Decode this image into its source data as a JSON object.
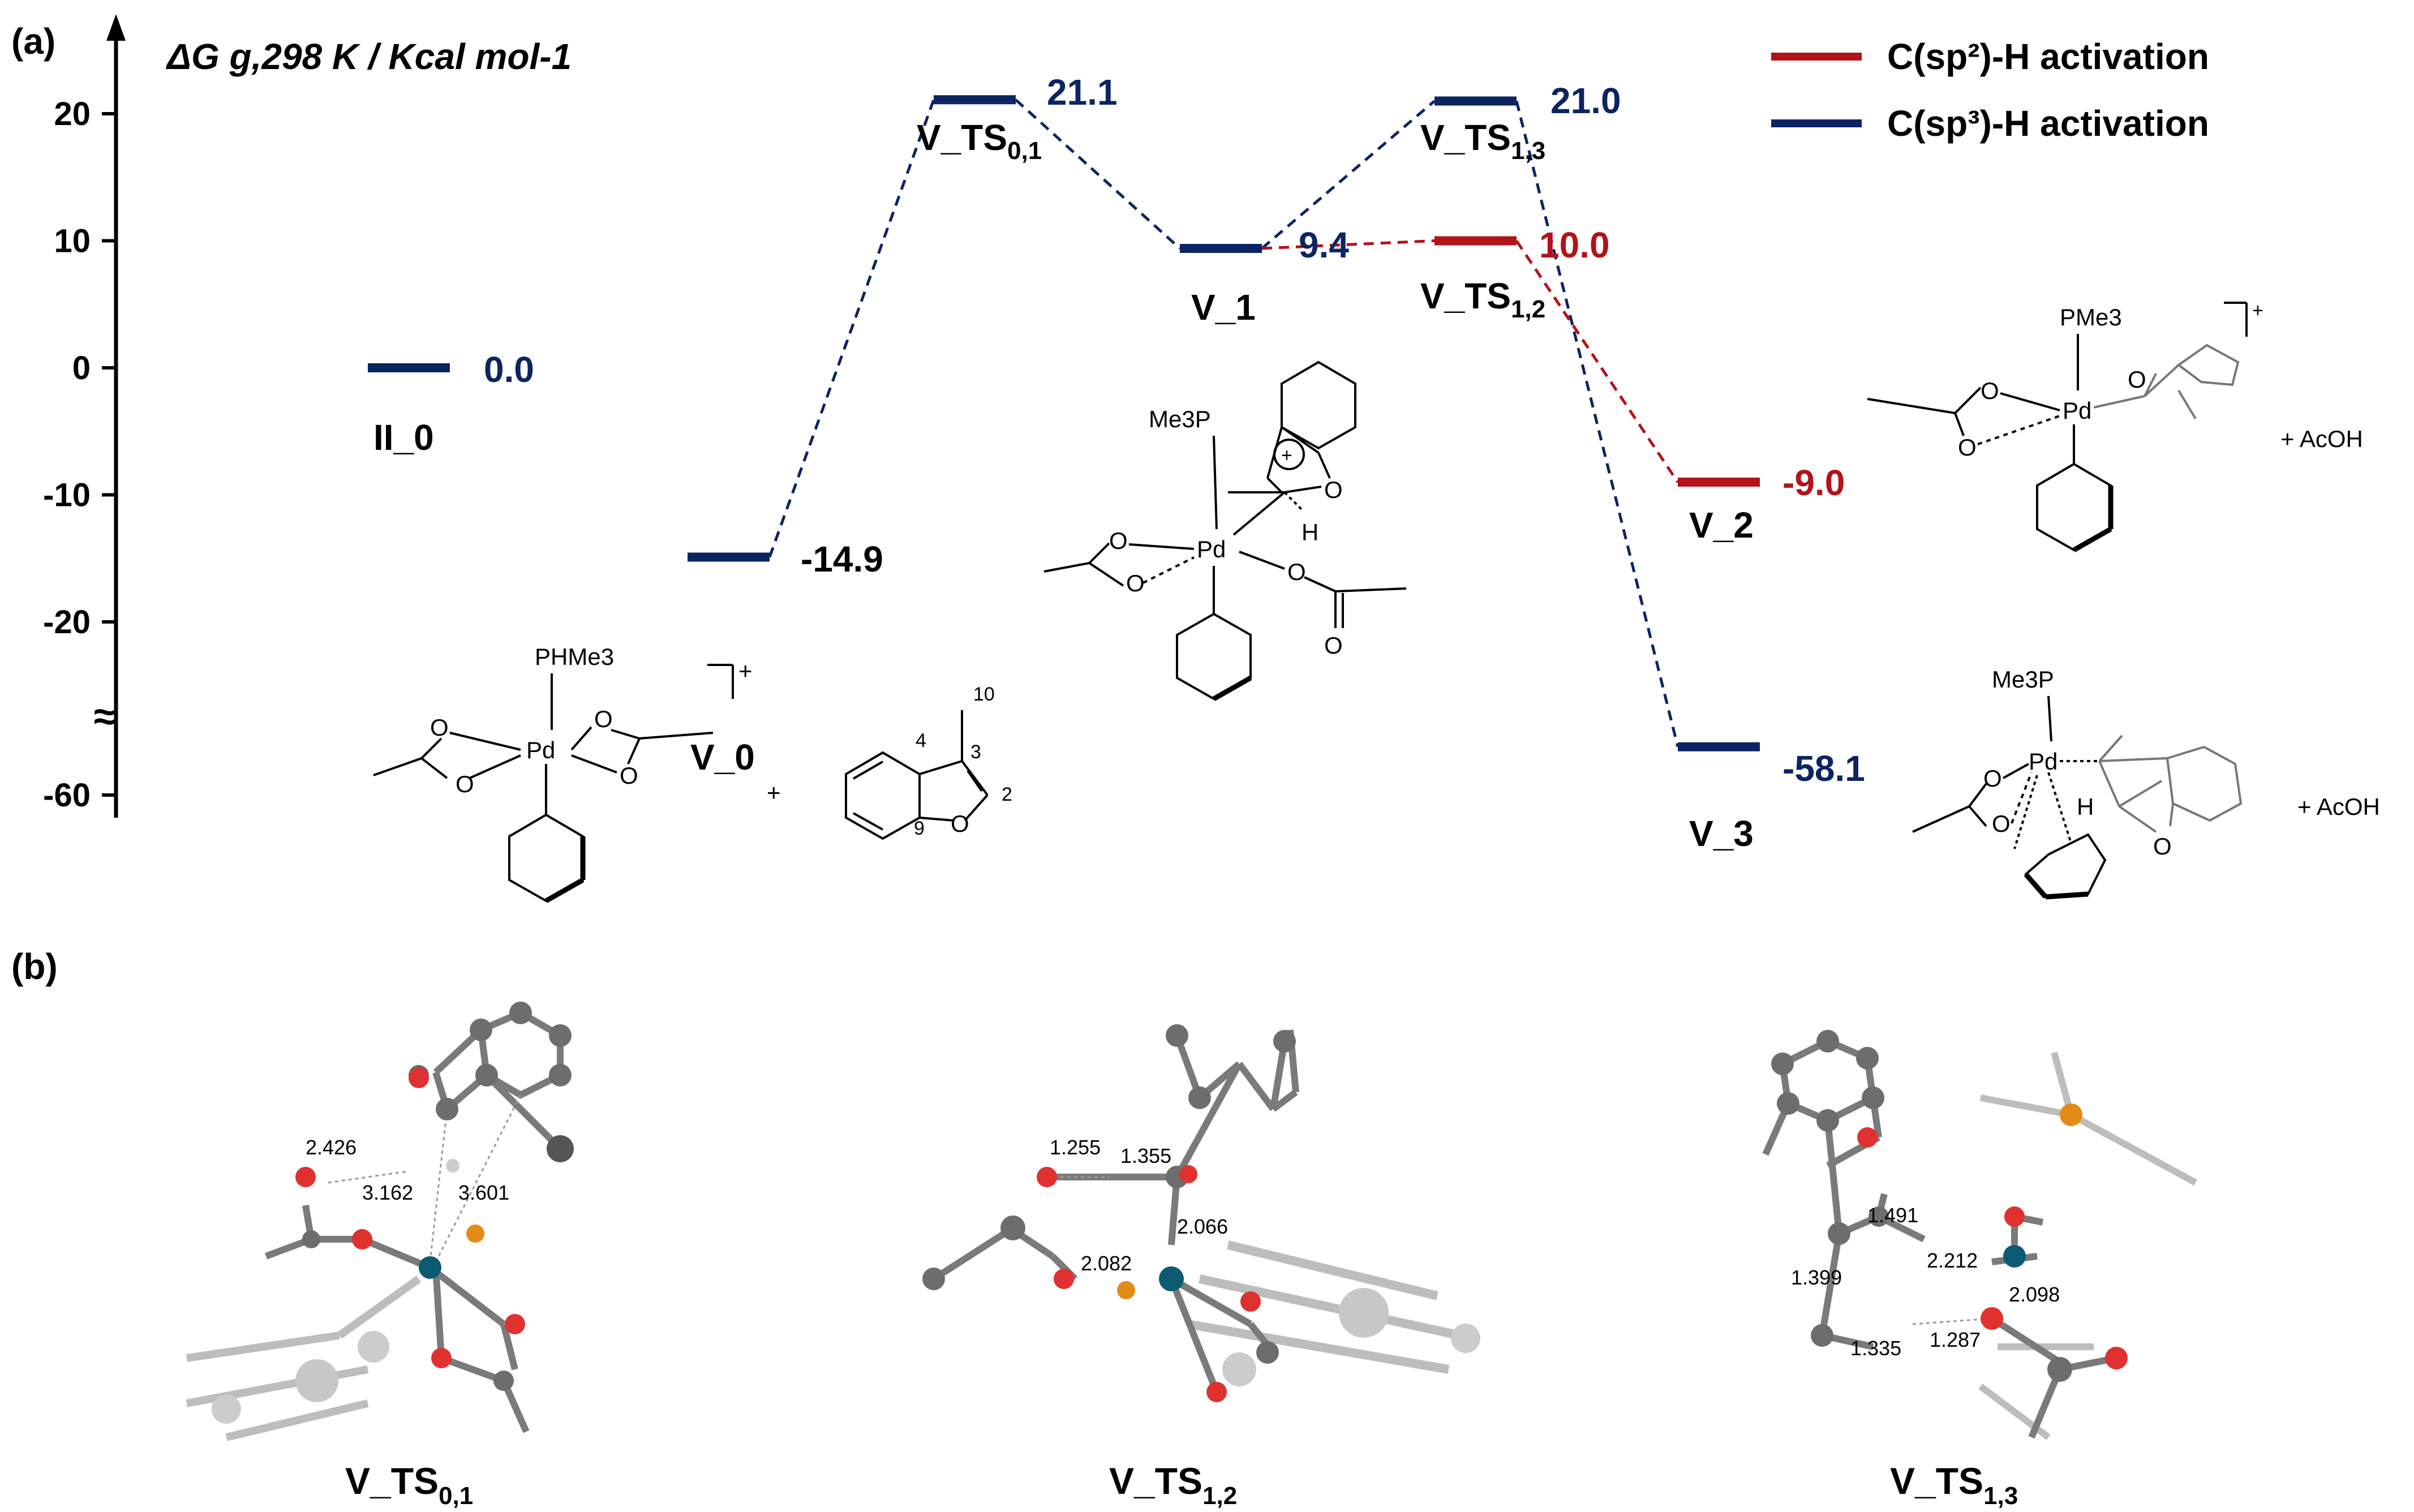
{
  "panels": {
    "a": "(a)",
    "b": "(b)"
  },
  "colors": {
    "blue": "#0c2461",
    "red": "#b31218"
  },
  "chart_data": {
    "type": "energy-profile",
    "ylabel": "ΔG g,298 K / Kcal mol-1",
    "yticks": [
      {
        "label": "20",
        "value": 20
      },
      {
        "label": "10",
        "value": 10
      },
      {
        "label": "0",
        "value": 0
      },
      {
        "label": "-10",
        "value": -10
      },
      {
        "label": "-20",
        "value": -20
      },
      {
        "label": "-60",
        "value": -60
      }
    ],
    "axis_break": "≈",
    "legend": [
      {
        "label": "C(sp²)-H activation",
        "color": "#b31218"
      },
      {
        "label": "C(sp³)-H activation",
        "color": "#0c2461"
      }
    ],
    "levels": [
      {
        "id": "II_0",
        "name": "II_0",
        "value": 0.0,
        "label": "0.0",
        "color": "blue"
      },
      {
        "id": "V_0",
        "name": "V_0",
        "value": -14.9,
        "label": "-14.9",
        "color": "blue"
      },
      {
        "id": "V_TS01",
        "name": "V_TS0,1",
        "value": 21.1,
        "label": "21.1",
        "color": "blue"
      },
      {
        "id": "V_1",
        "name": "V_1",
        "value": 9.4,
        "label": "9.4",
        "color": "blue"
      },
      {
        "id": "V_TS12",
        "name": "V_TS1,2",
        "value": 10.0,
        "label": "10.0",
        "color": "red"
      },
      {
        "id": "V_TS13",
        "name": "V_TS1,3",
        "value": 21.0,
        "label": "21.0",
        "color": "blue"
      },
      {
        "id": "V_2",
        "name": "V_2",
        "value": -9.0,
        "label": "-9.0",
        "color": "red"
      },
      {
        "id": "V_3",
        "name": "V_3",
        "value": -58.1,
        "label": "-58.1",
        "color": "blue"
      }
    ],
    "connections": [
      {
        "from": "V_0",
        "to": "V_TS01",
        "color": "blue"
      },
      {
        "from": "V_TS01",
        "to": "V_1",
        "color": "blue"
      },
      {
        "from": "V_1",
        "to": "V_TS13",
        "color": "blue"
      },
      {
        "from": "V_TS13",
        "to": "V_3",
        "color": "blue"
      },
      {
        "from": "V_1",
        "to": "V_TS12",
        "color": "red"
      },
      {
        "from": "V_TS12",
        "to": "V_2",
        "color": "red"
      }
    ]
  },
  "structures": {
    "v0_ligand": "PHMe3",
    "v0_charge": "+",
    "plus": "+",
    "benzofuran_locants": [
      "10",
      "3",
      "4",
      "2",
      "9"
    ],
    "v1_ligand": "Me3P",
    "v1_H": "H",
    "v2_ligand": "PMe3",
    "v2_extra": "+ AcOH",
    "v3_ligand": "Me3P",
    "v3_H": "H",
    "v3_extra": "+ AcOH",
    "pd": "Pd",
    "o": "O"
  },
  "geometries": [
    {
      "caption_main": "V_TS",
      "caption_sub": "0,1",
      "distances": [
        "2.426",
        "3.162",
        "3.601"
      ]
    },
    {
      "caption_main": "V_TS",
      "caption_sub": "1,2",
      "distances": [
        "1.255",
        "1.355",
        "2.066",
        "2.082"
      ]
    },
    {
      "caption_main": "V_TS",
      "caption_sub": "1,3",
      "distances": [
        "1.491",
        "1.399",
        "2.212",
        "2.098",
        "1.335",
        "1.287"
      ]
    }
  ]
}
